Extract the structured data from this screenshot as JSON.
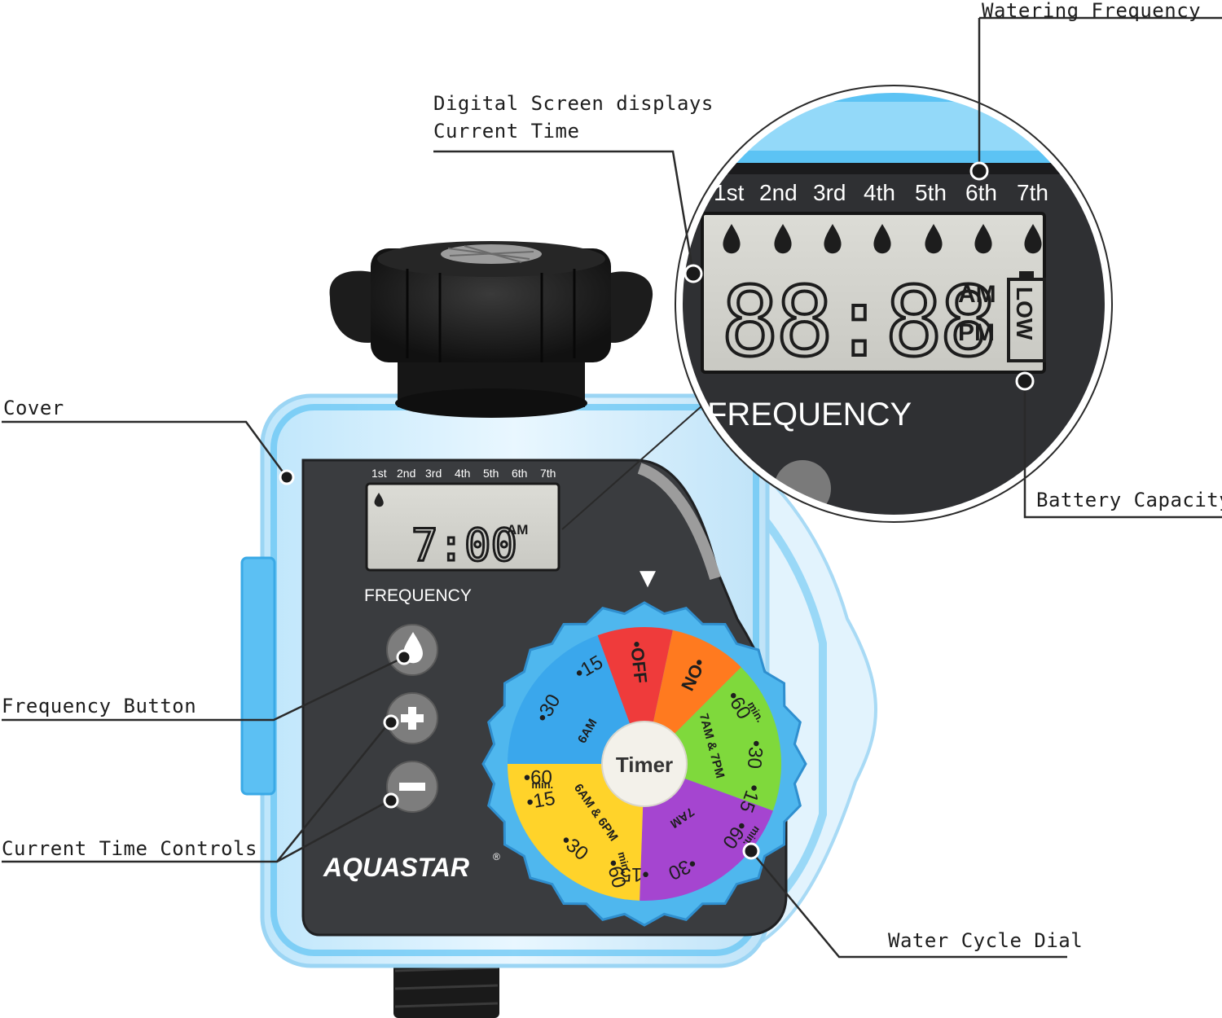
{
  "callouts": {
    "cover": "Cover",
    "frequency_button": "Frequency Button",
    "current_time_controls": "Current Time Controls",
    "digital_screen_line1": "Digital Screen displays",
    "digital_screen_line2": "Current Time",
    "watering_frequency": "Watering Frequency",
    "battery_capacity": "Battery Capacity",
    "water_cycle_dial": "Water Cycle Dial"
  },
  "device": {
    "brand": "AQUASTAR",
    "registered": "®",
    "days": [
      "1st",
      "2nd",
      "3rd",
      "4th",
      "5th",
      "6th",
      "7th"
    ],
    "lcd_time": "7:00",
    "lcd_ampm": "AM",
    "frequency_label": "FREQUENCY",
    "btn_plus": "+",
    "btn_minus": "−",
    "pointer": "▼"
  },
  "zoom": {
    "days": [
      "1st",
      "2nd",
      "3rd",
      "4th",
      "5th",
      "6th",
      "7th"
    ],
    "time": "88:88",
    "am": "AM",
    "pm": "PM",
    "battery": "LOW",
    "frequency_label": "FREQUENCY"
  },
  "dial": {
    "center_label": "Timer",
    "off_label": "OFF",
    "on_label": "ON",
    "segments": [
      {
        "name": "6AM",
        "color": "#3aa7ec",
        "values": [
          "15",
          "30",
          "60"
        ]
      },
      {
        "name": "7AM & 7PM",
        "color": "#7fd93c",
        "values": [
          "60",
          "30",
          "15"
        ]
      },
      {
        "name": "7AM",
        "color": "#a545d0",
        "values": [
          "60",
          "30",
          "15"
        ]
      },
      {
        "name": "6AM & 6PM",
        "color": "#ffd32a",
        "values": [
          "15",
          "30",
          "60"
        ]
      }
    ],
    "min_label": "min.",
    "colors": {
      "off": "#ef3b3b",
      "on": "#ff7a1f",
      "rim": "#4fb7ee"
    }
  }
}
